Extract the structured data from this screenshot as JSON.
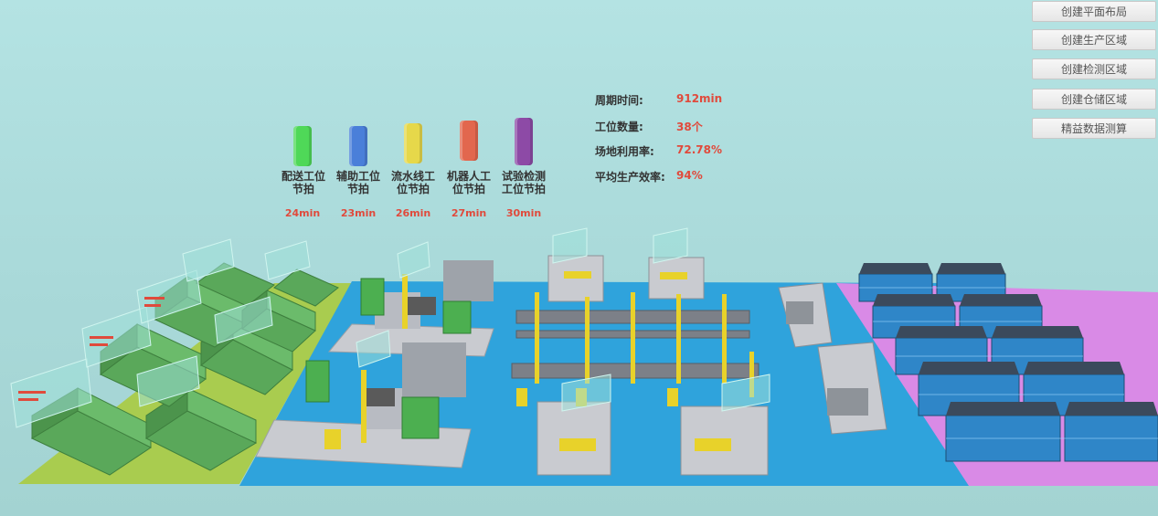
{
  "buttons": [
    {
      "label": "创建平面布局"
    },
    {
      "label": "创建生产区域"
    },
    {
      "label": "创建检测区域"
    },
    {
      "label": "创建仓储区域"
    },
    {
      "label": "精益数据测算"
    }
  ],
  "legend": [
    {
      "label_line1": "配送工位",
      "label_line2": "节拍",
      "value": "24min",
      "color": "#4fd858"
    },
    {
      "label_line1": "辅助工位",
      "label_line2": "节拍",
      "value": "23min",
      "color": "#4a7fd9"
    },
    {
      "label_line1": "流水线工",
      "label_line2": "位节拍",
      "value": "26min",
      "color": "#e6d84a"
    },
    {
      "label_line1": "机器人工",
      "label_line2": "位节拍",
      "value": "27min",
      "color": "#e2674e"
    },
    {
      "label_line1": "试验检测",
      "label_line2": "工位节拍",
      "value": "30min",
      "color": "#8d4aa6"
    }
  ],
  "stats": [
    {
      "label": "周期时间:",
      "value": "912min"
    },
    {
      "label": "工位数量:",
      "value": "38个"
    },
    {
      "label": "场地利用率:",
      "value": "72.78%"
    },
    {
      "label": "平均生产效率:",
      "value": "94%"
    }
  ],
  "scene": {
    "colors": {
      "green_zone": "#a9cc4f",
      "blue_zone": "#2fa3dc",
      "purple_zone": "#d98ae6",
      "green_machine": "#5aa85a",
      "rack_dark": "#3b4a5c",
      "rack_blue": "#2f86c8",
      "gray_station": "#c9cbd0"
    }
  }
}
